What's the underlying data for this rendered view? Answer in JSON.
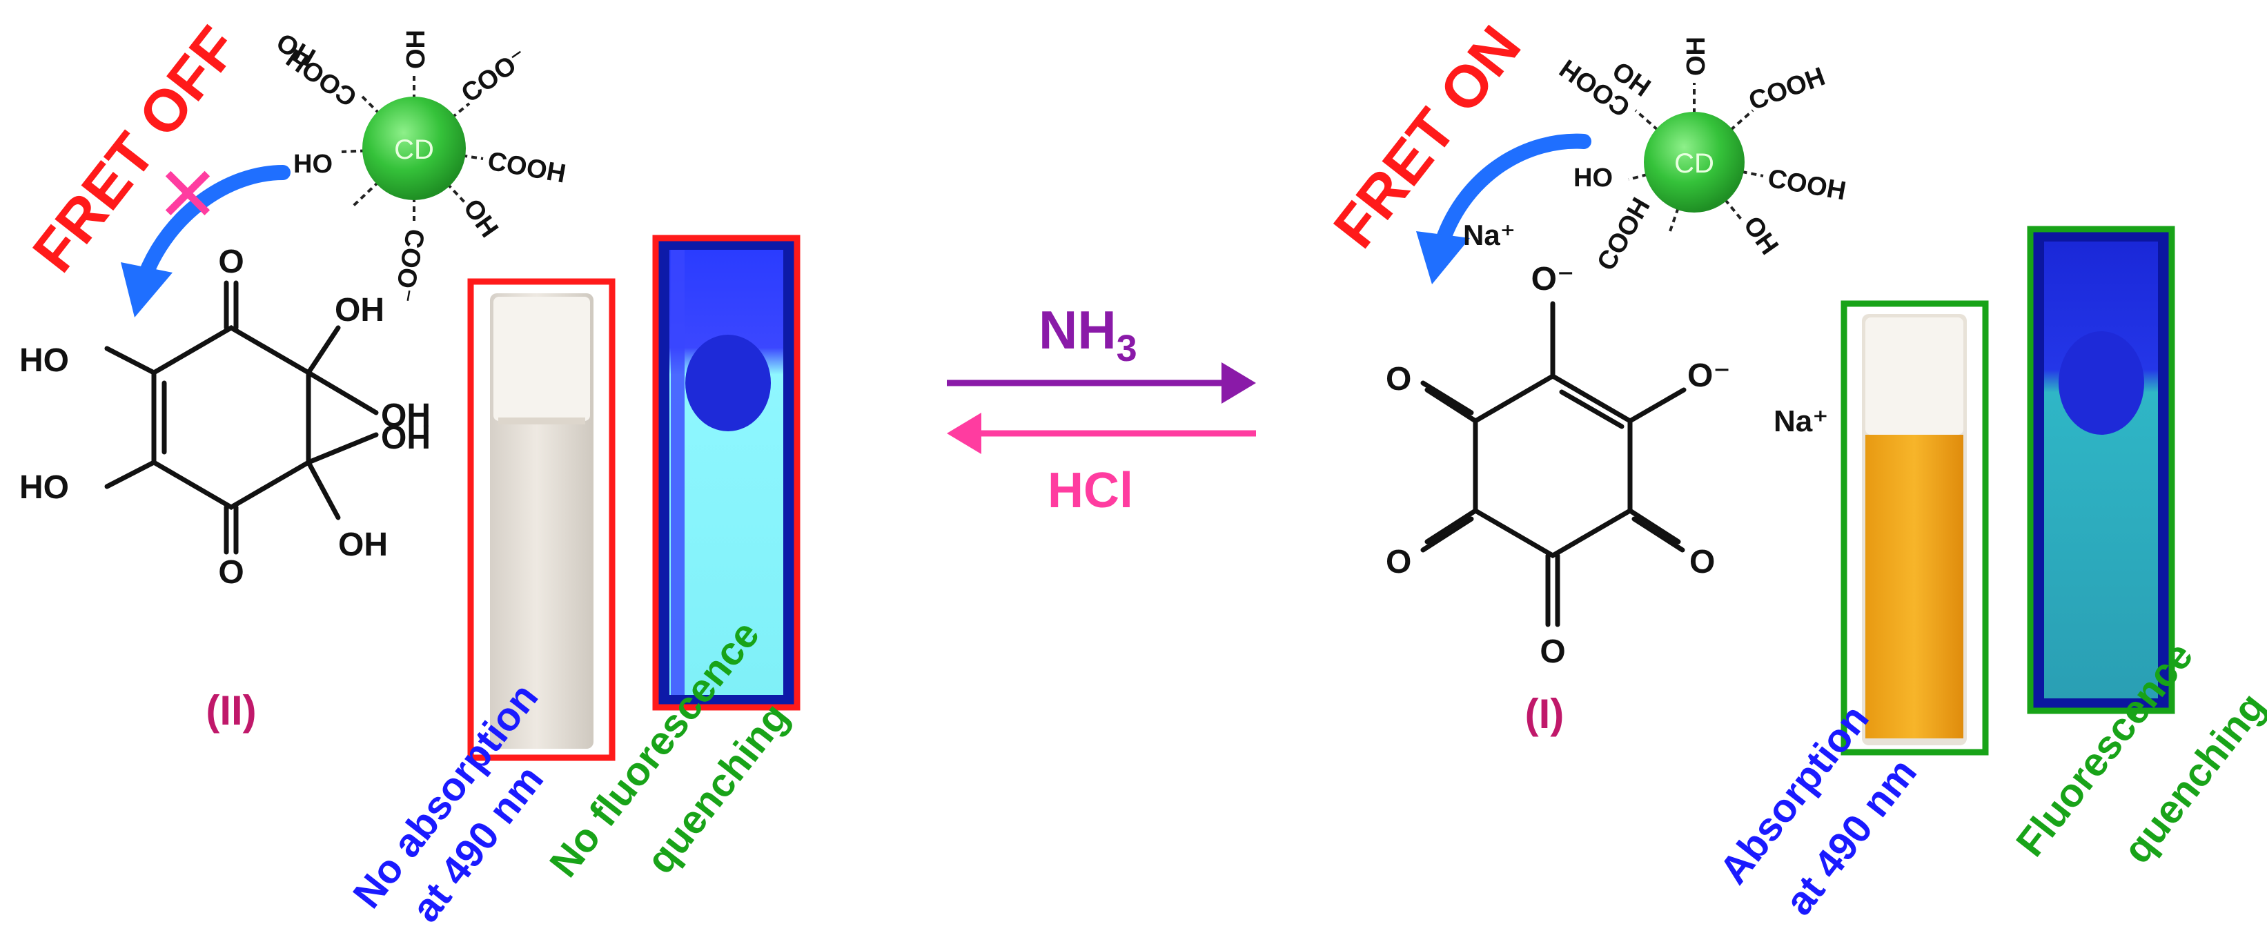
{
  "left": {
    "fret_label": "FRET OFF",
    "compound_id": "(II)",
    "cd_label": "CD",
    "cd_groups": [
      "OH",
      "COO⁻",
      "COOH",
      "OH",
      "COO⁻",
      "HO",
      "COOH",
      "HO"
    ],
    "substituents": [
      "HO",
      "HO",
      "OH",
      "OH",
      "OH",
      "OH"
    ],
    "oxygen": "O",
    "absorption_caption": [
      "No absorption",
      "at 490 nm"
    ],
    "fluorescence_caption": [
      "No fluorescence",
      "quenching"
    ],
    "blocked_mark": "✕"
  },
  "right": {
    "fret_label": "FRET ON",
    "compound_id": "(I)",
    "cd_label": "CD",
    "cd_groups": [
      "OH",
      "COOH",
      "COOH",
      "OH",
      "COOH",
      "HO",
      "COOH",
      "HO"
    ],
    "oxide": "O⁻",
    "oxygen": "O",
    "na_near_cd": "Na⁺",
    "na_near_vial": "Na⁺",
    "absorption_caption": [
      "Absorption",
      "at 490 nm"
    ],
    "fluorescence_caption": [
      "Fluorescence",
      "quenching"
    ]
  },
  "reaction": {
    "forward_reagent": "NH",
    "forward_subscript": "3",
    "reverse_reagent": "HCl"
  },
  "colors": {
    "red": "#ff1a1a",
    "green": "#18a318",
    "blue": "#1a1aff",
    "magenta_label": "#c0186a",
    "purple": "#8a1aa8",
    "pink": "#ff3ca0",
    "cd_sphere": "#35c23a",
    "fret_arrow": "#1f6fff"
  }
}
